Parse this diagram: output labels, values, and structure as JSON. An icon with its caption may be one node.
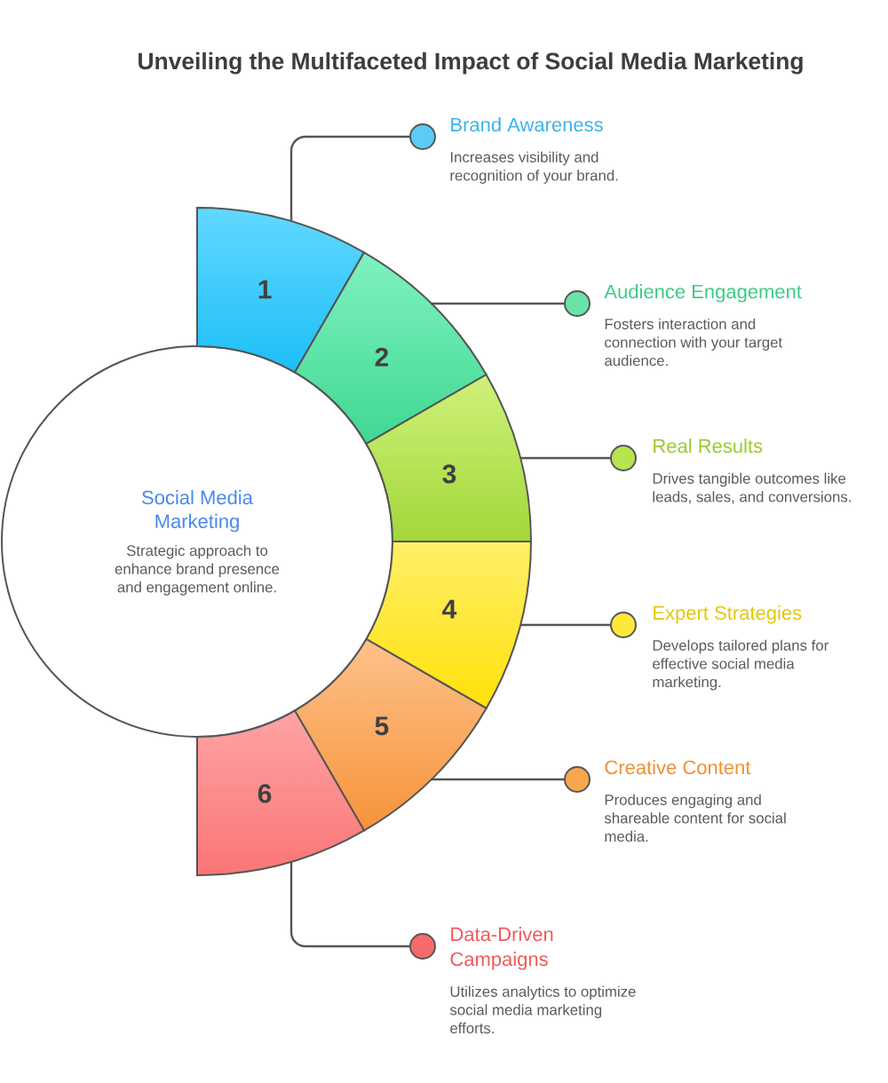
{
  "diagram": {
    "title": "Unveiling the Multifaceted Impact of Social Media Marketing",
    "nodes": [
      {
        "text": [
          "Social Media Marketing",
          "Strategic approach to enhance brand presence and engagement online."
        ]
      },
      {
        "text": [
          "1"
        ]
      },
      {
        "text": [
          "2"
        ]
      },
      {
        "text": [
          "3"
        ]
      },
      {
        "text": [
          "4"
        ]
      },
      {
        "text": [
          "5"
        ]
      },
      {
        "text": [
          "6"
        ]
      },
      {
        "text": [],
        "shape": "circle",
        "beside": [
          "Brand Awareness",
          "Increases visibility and recognition of your brand."
        ]
      },
      {
        "text": [],
        "shape": "circle",
        "beside": [
          "Audience Engagement",
          "Fosters interaction and connection with your target audience."
        ]
      },
      {
        "text": [],
        "shape": "circle",
        "beside": [
          "Real Results",
          "Drives tangible outcomes like leads, sales, and conversions."
        ]
      },
      {
        "text": [],
        "shape": "circle",
        "beside": [
          "Expert Strategies",
          "Develops tailored plans for effective social media marketing."
        ]
      },
      {
        "text": [],
        "shape": "circle",
        "beside": [
          "Creative Content",
          "Produces engaging and shareable content for social media."
        ]
      },
      {
        "text": [],
        "shape": "circle",
        "beside": [
          "Data-Driven Campaigns",
          "Utilizes analytics to optimize social media marketing efforts."
        ]
      }
    ],
    "edges": [
      {
        "from": 1,
        "to": 7,
        "arrow": "none"
      },
      {
        "from": 2,
        "to": 8,
        "arrow": "none"
      },
      {
        "from": 3,
        "to": 9,
        "arrow": "none"
      },
      {
        "from": 4,
        "to": 10,
        "arrow": "none"
      },
      {
        "from": 5,
        "to": 11,
        "arrow": "none"
      },
      {
        "from": 6,
        "to": 12,
        "arrow": "none"
      }
    ]
  }
}
